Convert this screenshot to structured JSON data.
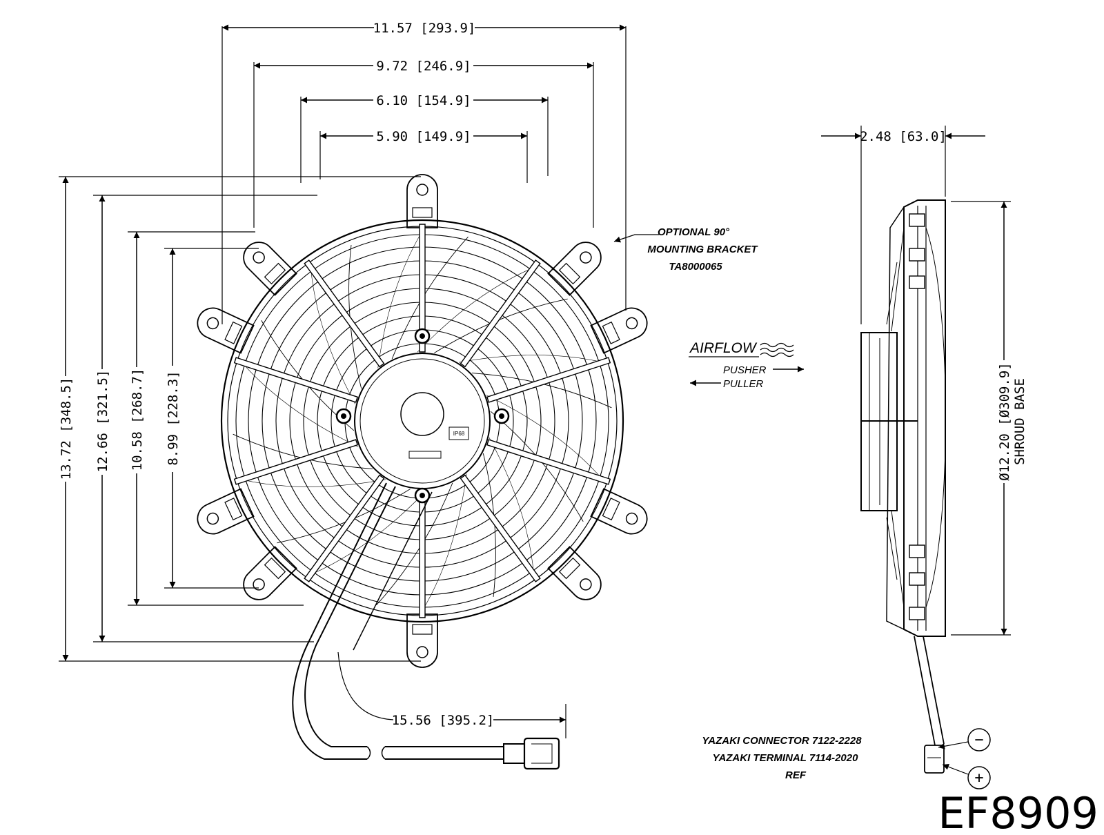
{
  "dimensions": {
    "w_overall": "11.57 [293.9]",
    "w_9_72": "9.72 [246.9]",
    "w_6_10": "6.10 [154.9]",
    "w_5_90": "5.90 [149.9]",
    "depth": "2.48 [63.0]",
    "h_overall": "13.72 [348.5]",
    "h_12_66": "12.66 [321.5]",
    "h_10_58": "10.58 [268.7]",
    "h_8_99": "8.99 [228.3]",
    "lead_length": "15.56 [395.2]",
    "shroud_dia": "Ø12.20 [Ø309.9]",
    "shroud_base": "SHROUD BASE"
  },
  "bracket_note": {
    "line1": "OPTIONAL 90°",
    "line2": "MOUNTING BRACKET",
    "line3": "TA8000065"
  },
  "airflow": {
    "label": "AIRFLOW",
    "pusher": "PUSHER",
    "puller": "PULLER"
  },
  "connector_note": {
    "line1": "YAZAKI CONNECTOR 7122-2228",
    "line2": "YAZAKI TERMINAL 7114-2020",
    "line3": "REF"
  },
  "motor": {
    "ip_label": "IP68"
  },
  "polarity": {
    "negative": "−",
    "positive": "+"
  },
  "part_number": "EF8909"
}
